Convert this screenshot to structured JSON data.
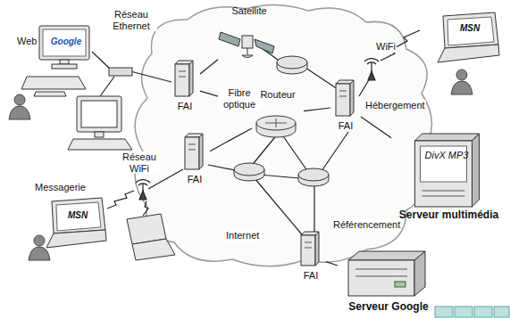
{
  "diagram": {
    "nodes": [
      {
        "text": [
          "Google"
        ]
      },
      {
        "text": [
          "FAI"
        ]
      },
      {
        "text": [
          "Satellite"
        ]
      },
      {
        "text": [
          "Routeur"
        ]
      },
      {
        "text": [
          "MSN"
        ]
      },
      {
        "text": [
          "FAI"
        ]
      },
      {
        "text": [
          "DivX MP3",
          "Serveur multimédia"
        ]
      },
      {
        "text": [
          "FAI"
        ]
      },
      {
        "text": [
          "MSN"
        ]
      },
      {
        "text": [
          "FAI"
        ]
      },
      {
        "text": [
          "Serveur Google"
        ]
      }
    ],
    "edges": [
      {
        "from": 1,
        "to": 2,
        "arrow": "none"
      },
      {
        "from": 1,
        "to": 3,
        "arrow": "none"
      },
      {
        "from": 3,
        "to": 5,
        "arrow": "none"
      },
      {
        "from": 5,
        "to": 6,
        "label": "Hébergement",
        "arrow": "none"
      },
      {
        "from": 7,
        "to": 3,
        "arrow": "none"
      },
      {
        "from": 9,
        "to": 10,
        "label": "Référencement",
        "arrow": "none"
      }
    ],
    "labels": [
      "Web",
      "Réseau Ethernet",
      "Fibre optique",
      "WiFi",
      "Réseau WiFi",
      "Messagerie",
      "Internet"
    ]
  }
}
